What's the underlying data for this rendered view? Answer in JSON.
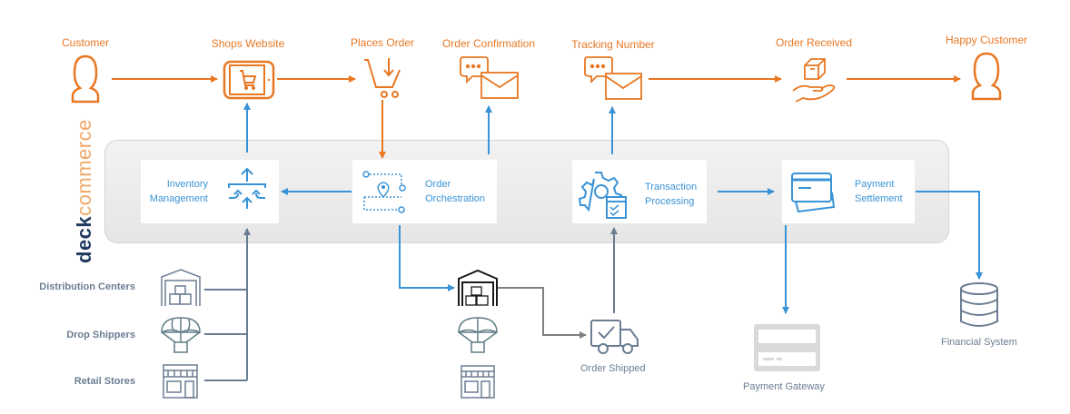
{
  "logo": {
    "part1": "deck",
    "part2": "commerce"
  },
  "customer_journey": {
    "customer": "Customer",
    "shops_website": "Shops Website",
    "places_order": "Places Order",
    "order_confirmation": "Order Confirmation",
    "tracking_number": "Tracking Number",
    "order_received": "Order Received",
    "happy_customer": "Happy Customer"
  },
  "platform_modules": {
    "inventory_management": {
      "line1": "Inventory",
      "line2": "Management"
    },
    "order_orchestration": {
      "line1": "Order",
      "line2": "Orchestration"
    },
    "transaction_processing": {
      "line1": "Transaction",
      "line2": "Processing"
    },
    "payment_settlement": {
      "line1": "Payment",
      "line2": "Settlement"
    }
  },
  "sources": {
    "distribution_centers": "Distribution Centers",
    "drop_shippers": "Drop Shippers",
    "retail_stores": "Retail Stores"
  },
  "downstream": {
    "order_shipped": "Order Shipped",
    "payment_gateway": "Payment Gateway",
    "financial_system": "Financial System"
  },
  "colors": {
    "orange": "#e87722",
    "blue": "#3a93d6",
    "slate": "#6b7d93",
    "logo_dark": "#1f3a5f",
    "logo_light": "#f0a868"
  }
}
